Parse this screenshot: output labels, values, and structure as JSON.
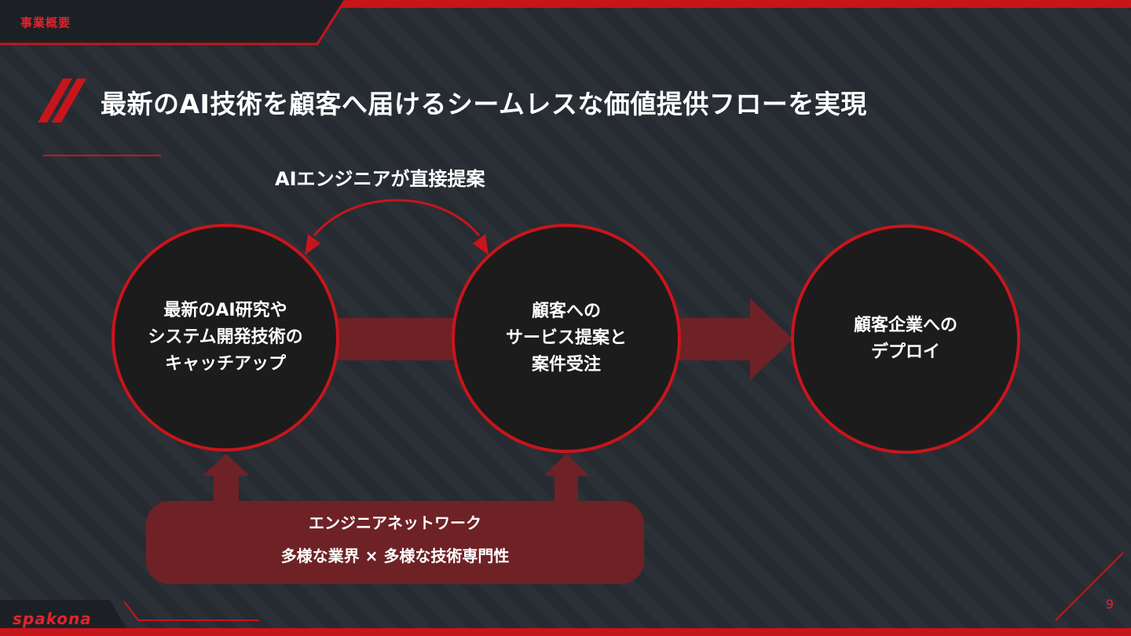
{
  "header": {
    "section_label": "事業概要",
    "title": "最新のAI技術を顧客へ届けるシームレスな価値提供フローを実現"
  },
  "flow": {
    "proposal_label": "AIエンジニアが直接提案",
    "steps": [
      "最新のAI研究や\nシステム開発技術の\nキャッチアップ",
      "顧客への\nサービス提案と\n案件受注",
      "顧客企業への\nデプロイ"
    ],
    "network": {
      "title": "エンジニアネットワーク",
      "subtitle": "多様な業界 × 多様な技術専門性"
    }
  },
  "footer": {
    "logo_text": "spakona",
    "page_number": "9"
  },
  "colors": {
    "background": "#23282e",
    "accent_red": "#e0252b",
    "circle_fill": "#1c1c1c",
    "arrow_red": "#6e2226"
  }
}
